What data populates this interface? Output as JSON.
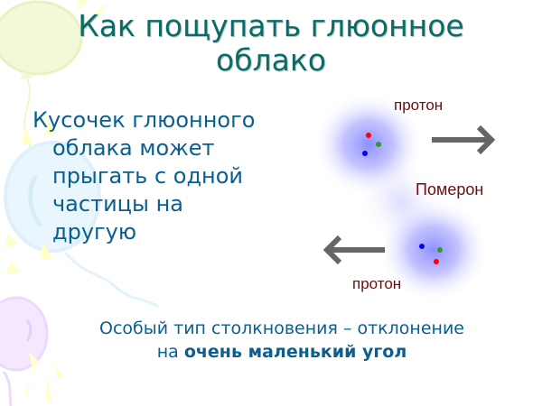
{
  "slide": {
    "title": {
      "line1": "Как пощупать глюонное",
      "line2": "облако"
    },
    "bullet": {
      "lines": [
        "Кусочек глюонного",
        "облака может",
        "прыгать с одной",
        "частицы на",
        "другую"
      ]
    },
    "diagram": {
      "top_label": "протон",
      "middle_label": "Померон",
      "bottom_label": "протон",
      "arrow_top_direction": "right",
      "arrow_bottom_direction": "left",
      "quark_colors": [
        "#ff0000",
        "#2e9a2e",
        "#0000ff"
      ],
      "cloud_color": "#7b7bff",
      "label_color": "#6e0d0d",
      "arrow_color": "#666666"
    },
    "bottom_text": {
      "line1": "Особый тип столкновения – отклонение",
      "line2_prefix": "на ",
      "line2_bold": "очень маленький угол"
    },
    "colors": {
      "title": "#0b6b66",
      "body_text": "#0a5f8f",
      "background": "#ffffff"
    }
  }
}
